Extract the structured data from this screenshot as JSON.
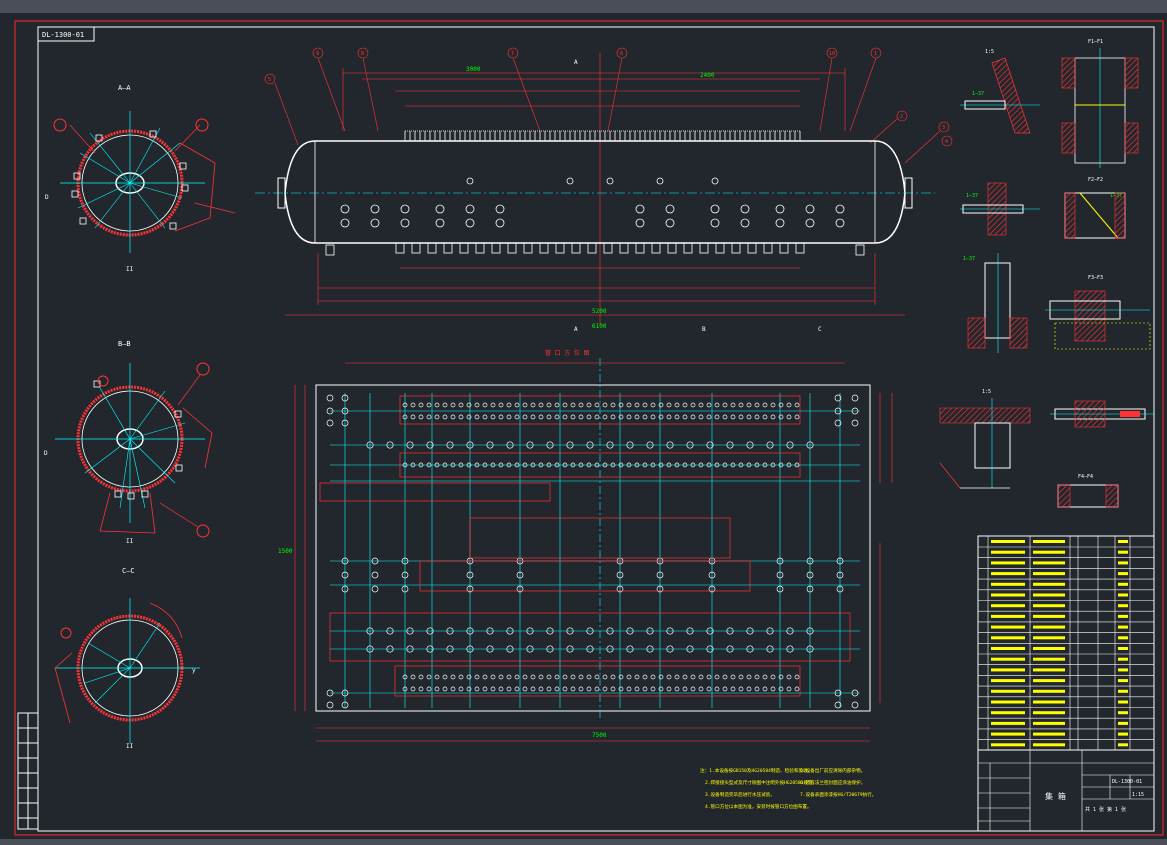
{
  "colors": {
    "background": "#22272e",
    "frame": "#ff2a2a",
    "geometry": "#ffffff",
    "centerline": "#00ffff",
    "dimension": "#00ff00",
    "hatch": "#ff3333",
    "text": "#ffffff"
  },
  "drawing": {
    "id_box": "DL-1300-01",
    "section_aa": "A—A",
    "section_bb": "B—B",
    "section_cc": "C—C",
    "letter_d": "D",
    "letter_ii": "II",
    "letter_y": "y",
    "balloons_top": [
      "9",
      "8",
      "7",
      "6",
      "10",
      "1",
      "2",
      "3",
      "4",
      "5"
    ],
    "view_label_a": "A",
    "view_label_b": "B",
    "view_label_c": "C",
    "dims": [
      "3000",
      "2400",
      "5200",
      "6100",
      "7500",
      "1500"
    ],
    "detail_ratio": "1:5",
    "detail_labels": [
      "F1—F1",
      "F2—F2",
      "F3—F3",
      "F4—F4"
    ],
    "callouts": [
      "1—37",
      "1—37",
      "1—37",
      "1—37"
    ],
    "nozzle_plan_title": "管 口 方 位 图",
    "notes": [
      "注：1.本设备按GB150及HG20584制造、检验和验收。",
      "2.焊接接头型式及尺寸除图中注明外按HG20583规定。",
      "3.设备制造完毕后进行水压试验。",
      "4.管口方位以本图为准，安装时按管口方位图布置。",
      "5.设备出厂前应清除内部杂物。",
      "6.所有法兰密封面应涂油保护。",
      "7.设备表面涂漆按HG/T20679执行。"
    ],
    "title_block": {
      "drawing_no": "DL-1300-01",
      "scale": "1:15",
      "title": "集 箱",
      "sheet": "共 1 张 第 1 张"
    }
  }
}
